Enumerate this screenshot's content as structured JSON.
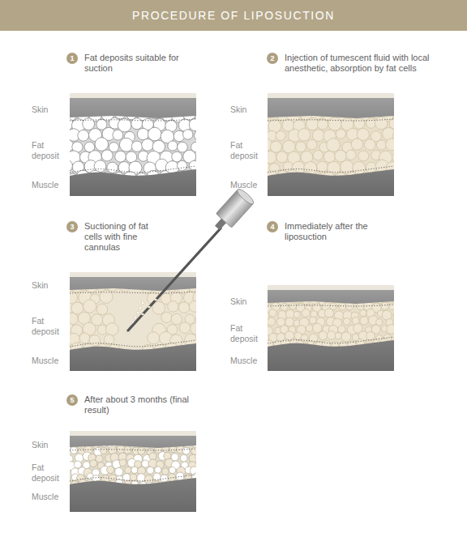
{
  "diagram": {
    "title": "PROCEDURE OF LIPOSUCTION",
    "nodes": [
      {
        "text": [
          "1",
          "Fat deposits suitable for suction"
        ]
      },
      {
        "text": [
          "2",
          "Injection of tumescent fluid with local anesthetic, absorption by fat cells"
        ]
      },
      {
        "text": [
          "3",
          "Suctioning of fat cells with fine cannulas"
        ]
      },
      {
        "text": [
          "4",
          "Immediately after the liposuction"
        ]
      },
      {
        "text": [
          "5",
          "After about 3 months (final result)"
        ]
      }
    ],
    "labels": [
      "Skin",
      "Fat deposit",
      "Muscle",
      "Skin",
      "Fat deposit",
      "Muscle",
      "Skin",
      "Fat deposit",
      "Muscle",
      "Skin",
      "Fat deposit",
      "Muscle",
      "Skin",
      "Fat deposit",
      "Muscle"
    ]
  }
}
